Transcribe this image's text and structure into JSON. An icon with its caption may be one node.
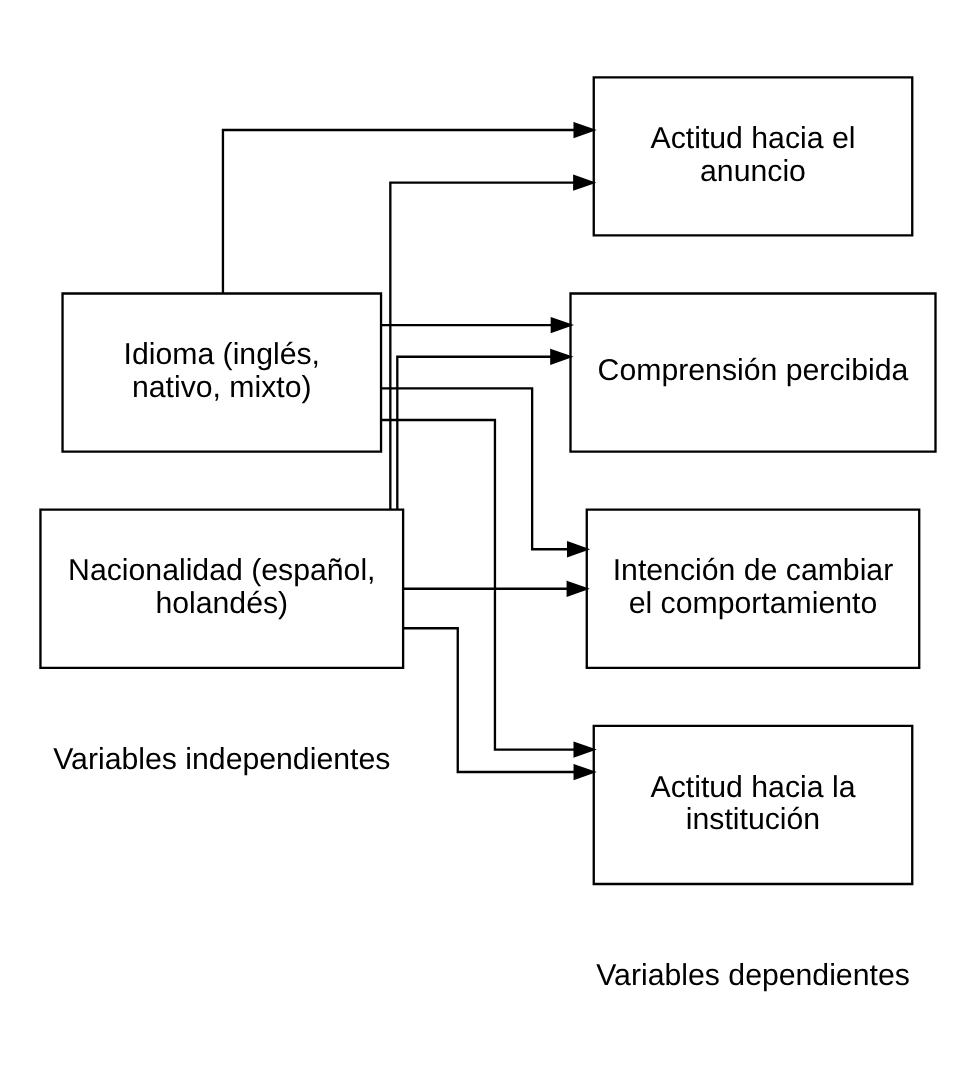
{
  "diagram": {
    "nodes": [
      {
        "text": [
          "Idioma (inglés, nativo, mixto)"
        ]
      },
      {
        "text": [
          "Nacionalidad (español, holandés)"
        ]
      },
      {
        "text": [
          "Actitud hacia el anuncio"
        ]
      },
      {
        "text": [
          "Comprensión percibida"
        ]
      },
      {
        "text": [
          "Intención de cambiar el comportamiento"
        ]
      },
      {
        "text": [
          "Actitud hacia la institución"
        ]
      }
    ],
    "edges": [
      {
        "from": 0,
        "to": 2,
        "arrow": "to"
      },
      {
        "from": 0,
        "to": 3,
        "arrow": "to"
      },
      {
        "from": 0,
        "to": 4,
        "arrow": "to"
      },
      {
        "from": 0,
        "to": 5,
        "arrow": "to"
      },
      {
        "from": 1,
        "to": 2,
        "arrow": "to"
      },
      {
        "from": 1,
        "to": 3,
        "arrow": "to"
      },
      {
        "from": 1,
        "to": 4,
        "arrow": "to"
      },
      {
        "from": 1,
        "to": 5,
        "arrow": "to"
      }
    ],
    "labels": [
      "Variables independientes",
      "Variables dependientes"
    ]
  }
}
